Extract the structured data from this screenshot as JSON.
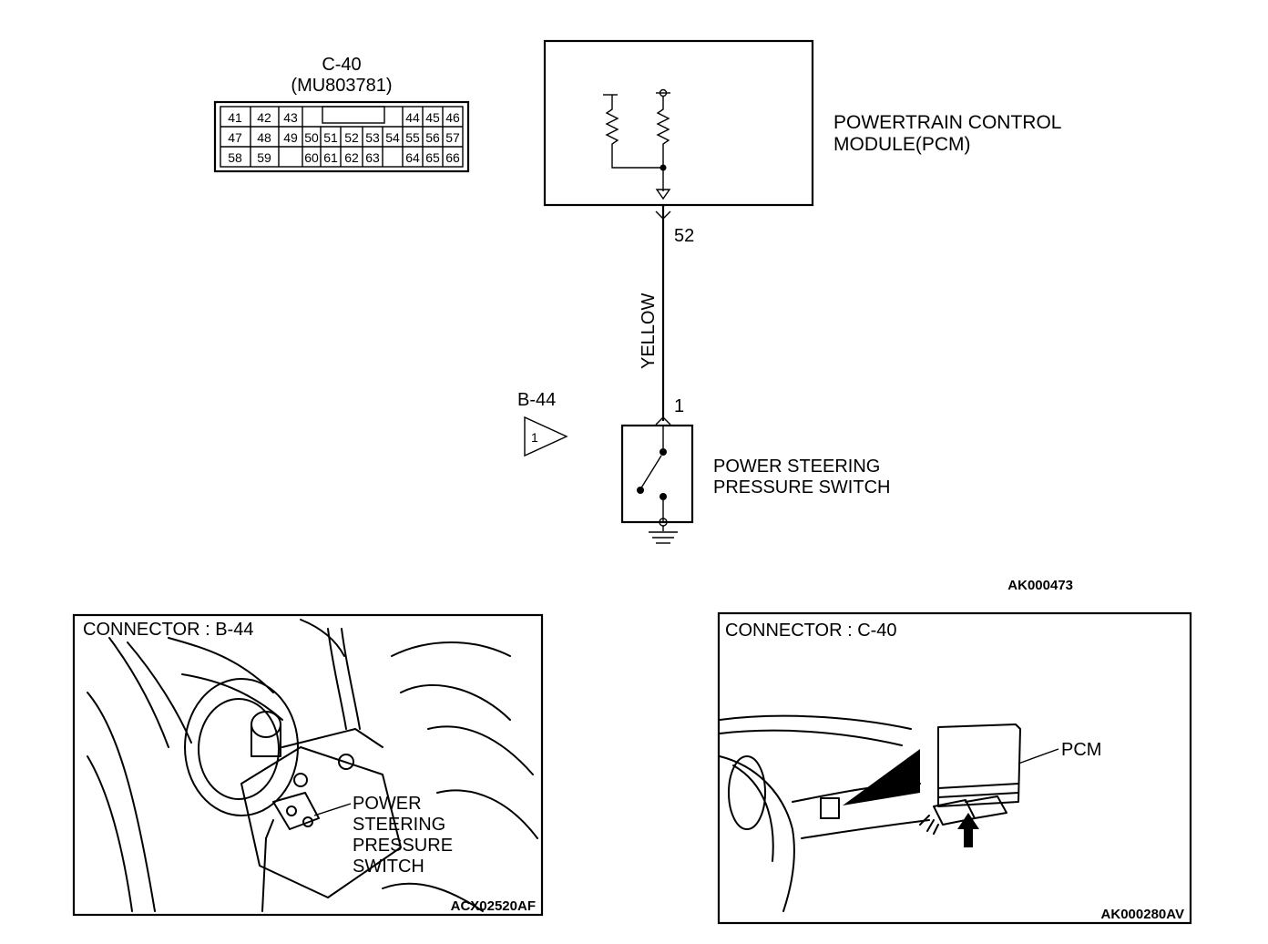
{
  "connector_c40": {
    "id": "C-40",
    "part_number": "(MU803781)",
    "pins_row1": [
      "41",
      "42",
      "43",
      "44",
      "45",
      "46"
    ],
    "pins_row2": [
      "47",
      "48",
      "49",
      "50",
      "51",
      "52",
      "53",
      "54",
      "55",
      "56",
      "57"
    ],
    "pins_row3": [
      "58",
      "59",
      "60",
      "61",
      "62",
      "63",
      "64",
      "65",
      "66"
    ]
  },
  "pcm": {
    "label_line1": "POWERTRAIN CONTROL",
    "label_line2": "MODULE(PCM)",
    "pin": "52"
  },
  "wire": {
    "color": "YELLOW"
  },
  "switch": {
    "connector": "B-44",
    "pin": "1",
    "ref_mark": "1",
    "label_line1": "POWER STEERING",
    "label_line2": "PRESSURE SWITCH"
  },
  "diagram_code": "AK000473",
  "panel_left": {
    "title": "CONNECTOR : B-44",
    "callout_line1": "POWER",
    "callout_line2": "STEERING",
    "callout_line3": "PRESSURE",
    "callout_line4": "SWITCH",
    "code": "ACX02520AF"
  },
  "panel_right": {
    "title": "CONNECTOR : C-40",
    "callout": "PCM",
    "code": "AK000280AV"
  }
}
